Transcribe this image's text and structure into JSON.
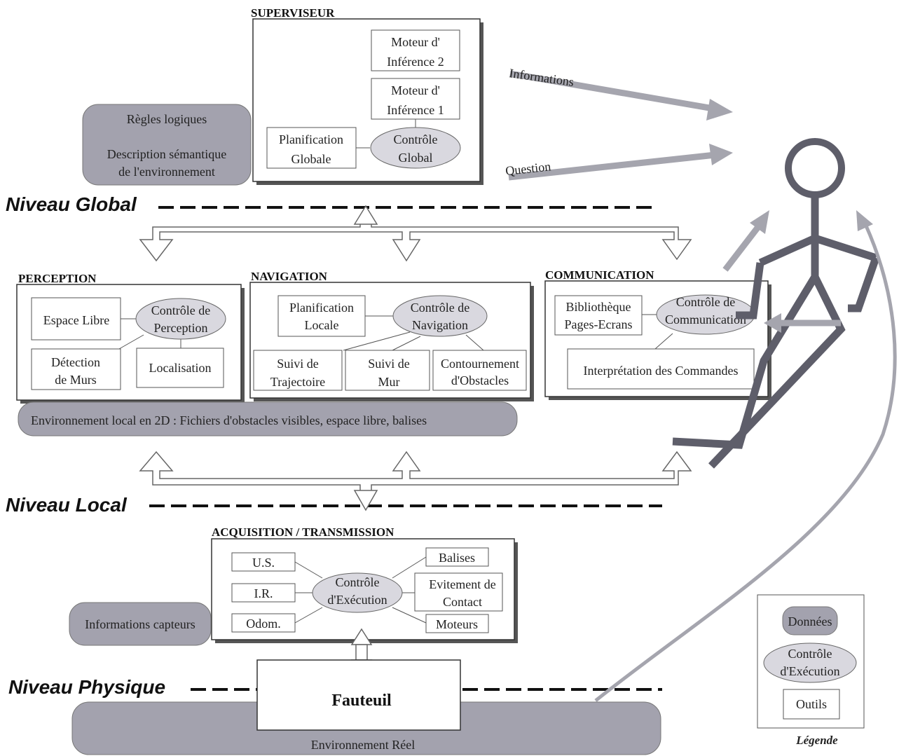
{
  "levels": {
    "global": "Niveau Global",
    "local": "Niveau Local",
    "physique": "Niveau Physique"
  },
  "superviseur": {
    "title": "SUPERVISEUR",
    "moteur2": [
      "Moteur d'",
      "Inférence 2"
    ],
    "moteur1": [
      "Moteur d'",
      "Inférence 1"
    ],
    "planification": [
      "Planification",
      "Globale"
    ],
    "controle": [
      "Contrôle",
      "Global"
    ]
  },
  "regles": {
    "line1": "Règles logiques",
    "line2": "Description sémantique",
    "line3": "de l'environnement"
  },
  "arrows": {
    "informations": "Informations",
    "question": "Question"
  },
  "perception": {
    "title": "PERCEPTION",
    "espace": "Espace Libre",
    "controle": [
      "Contrôle de",
      "Perception"
    ],
    "detection": [
      "Détection",
      "de Murs"
    ],
    "localisation": "Localisation"
  },
  "navigation": {
    "title": "NAVIGATION",
    "planification": [
      "Planification",
      "Locale"
    ],
    "controle": [
      "Contrôle de",
      "Navigation"
    ],
    "suivi_traj": [
      "Suivi de",
      "Trajectoire"
    ],
    "suivi_mur": [
      "Suivi de",
      "Mur"
    ],
    "contournement": [
      "Contournement",
      "d'Obstacles"
    ]
  },
  "communication": {
    "title": "COMMUNICATION",
    "bibliotheque": [
      "Bibliothèque",
      "Pages-Ecrans"
    ],
    "controle": [
      "Contrôle de",
      "Communication"
    ],
    "interpretation": "Interprétation des Commandes"
  },
  "env_local": "Environnement local en 2D : Fichiers d'obstacles visibles, espace libre, balises",
  "acquisition": {
    "title": "ACQUISITION / TRANSMISSION",
    "us": "U.S.",
    "ir": "I.R.",
    "odom": "Odom.",
    "controle": [
      "Contrôle",
      "d'Exécution"
    ],
    "balises": "Balises",
    "evitement": [
      "Evitement de",
      "Contact"
    ],
    "moteurs": "Moteurs"
  },
  "infos_capteurs": "Informations capteurs",
  "fauteuil": "Fauteuil",
  "env_reel": "Environnement Réel",
  "legende": {
    "donnees": "Données",
    "controle": [
      "Contrôle",
      "d'Exécution"
    ],
    "outils": "Outils",
    "caption": "Légende"
  },
  "colors": {
    "data_fill": "#a3a2ae",
    "ellipse_fill": "#d9d8df",
    "arrow_gray": "#a5a5ae",
    "figure": "#5e5e6a"
  }
}
